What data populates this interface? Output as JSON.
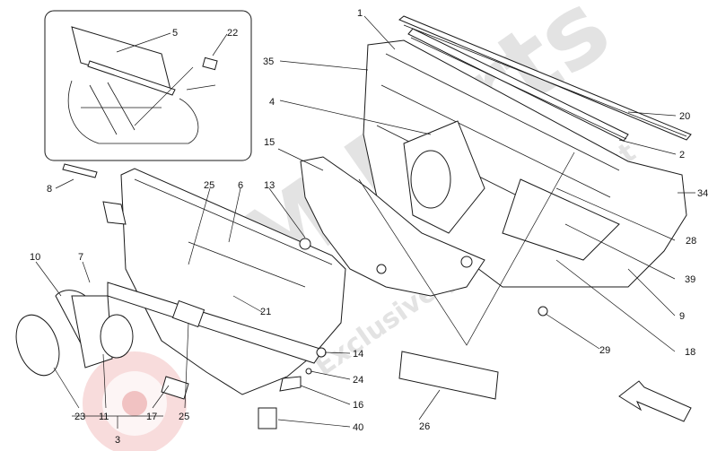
{
  "watermark": {
    "brand": "M   Parts",
    "tagline": "Exclusive parts specialist"
  },
  "callouts": [
    {
      "id": "c1",
      "text": "1"
    },
    {
      "id": "c2",
      "text": "2"
    },
    {
      "id": "c3",
      "text": "3"
    },
    {
      "id": "c4",
      "text": "4"
    },
    {
      "id": "c5",
      "text": "5"
    },
    {
      "id": "c6",
      "text": "6"
    },
    {
      "id": "c7",
      "text": "7"
    },
    {
      "id": "c8",
      "text": "8"
    },
    {
      "id": "c9",
      "text": "9"
    },
    {
      "id": "c10",
      "text": "10"
    },
    {
      "id": "c11",
      "text": "11"
    },
    {
      "id": "c13",
      "text": "13"
    },
    {
      "id": "c14",
      "text": "14"
    },
    {
      "id": "c15",
      "text": "15"
    },
    {
      "id": "c16",
      "text": "16"
    },
    {
      "id": "c17",
      "text": "17"
    },
    {
      "id": "c18",
      "text": "18"
    },
    {
      "id": "c20",
      "text": "20"
    },
    {
      "id": "c21",
      "text": "21"
    },
    {
      "id": "c22",
      "text": "22"
    },
    {
      "id": "c23",
      "text": "23"
    },
    {
      "id": "c24",
      "text": "24"
    },
    {
      "id": "c25a",
      "text": "25"
    },
    {
      "id": "c25b",
      "text": "25"
    },
    {
      "id": "c26",
      "text": "26"
    },
    {
      "id": "c28",
      "text": "28"
    },
    {
      "id": "c29",
      "text": "29"
    },
    {
      "id": "c34",
      "text": "34"
    },
    {
      "id": "c35",
      "text": "35"
    },
    {
      "id": "c39",
      "text": "39"
    },
    {
      "id": "c40",
      "text": "40"
    }
  ],
  "colors": {
    "line": "#1a1a1a",
    "watermark": "#e3e3e3",
    "watermark_red": "#e46a6a"
  }
}
